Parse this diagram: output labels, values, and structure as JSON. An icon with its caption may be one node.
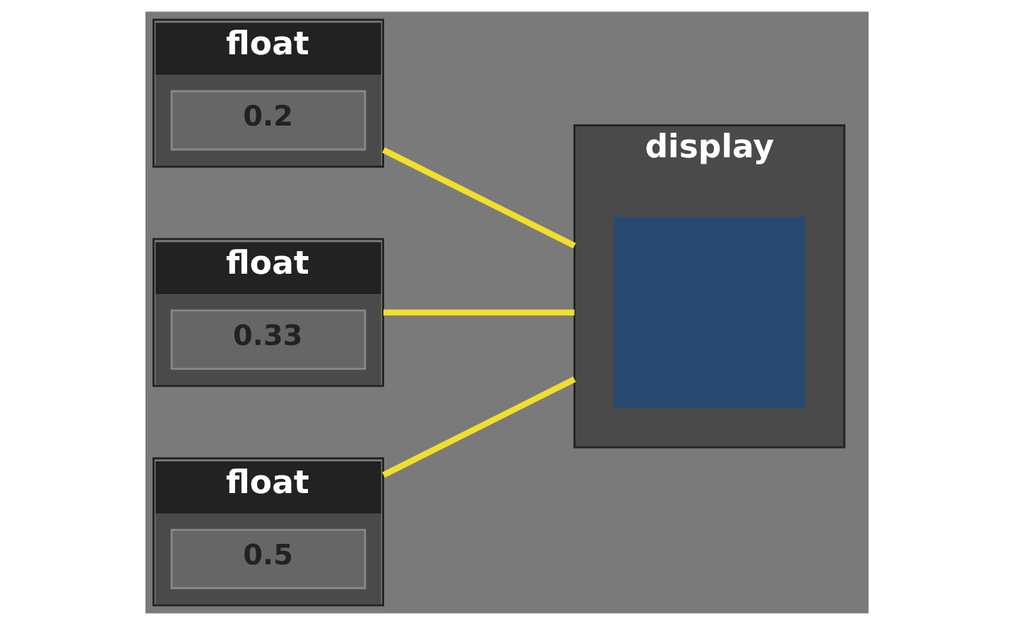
{
  "diagram": {
    "nodes": [
      {
        "text": [
          "float",
          "0.2"
        ]
      },
      {
        "text": [
          "float",
          "0.33"
        ]
      },
      {
        "text": [
          "float",
          "0.5"
        ]
      },
      {
        "text": [
          "display"
        ]
      },
      {
        "text": [],
        "shape": "box",
        "in": 3
      }
    ],
    "edges": [
      {
        "from": 0,
        "to": 4,
        "arrow": "none"
      },
      {
        "from": 1,
        "to": 4,
        "arrow": "none"
      },
      {
        "from": 2,
        "to": 4,
        "arrow": "none"
      }
    ]
  }
}
